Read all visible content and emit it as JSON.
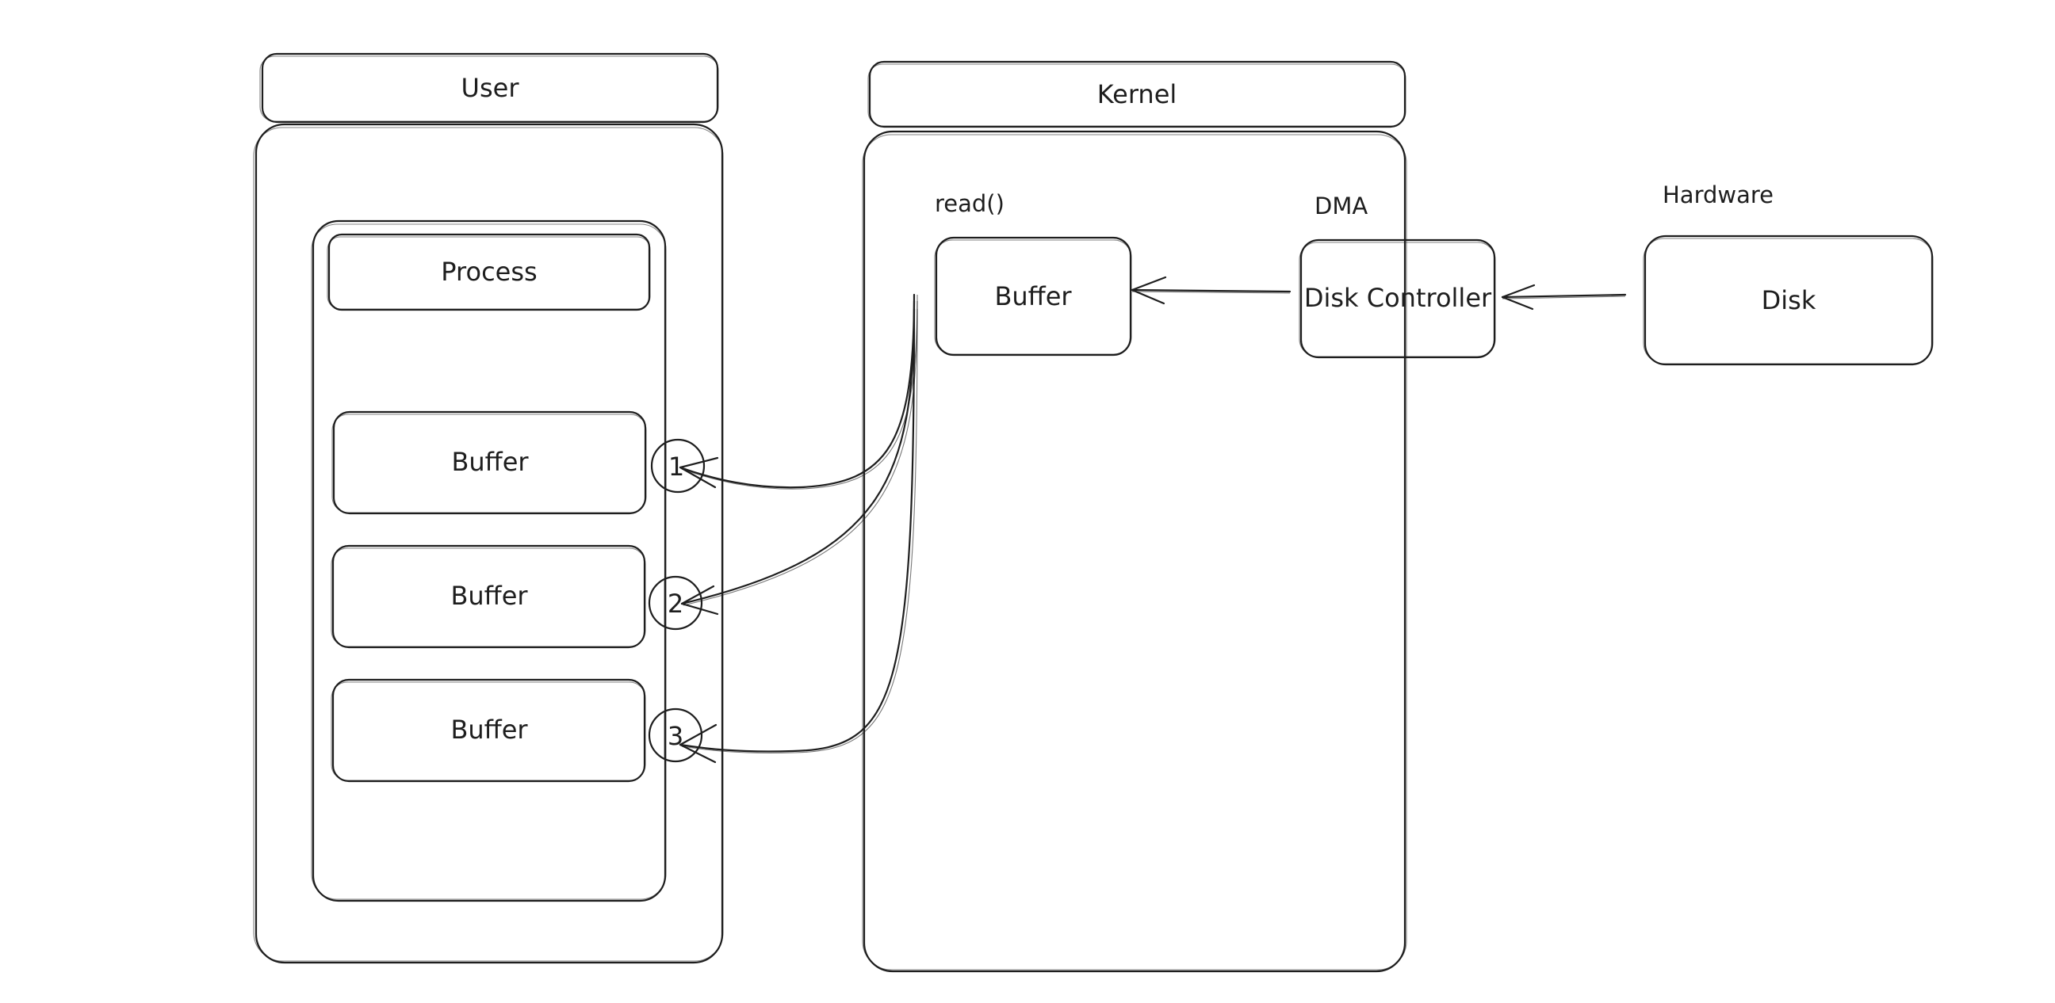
{
  "regions": {
    "user": "User",
    "kernel": "Kernel"
  },
  "labels": {
    "process": "Process",
    "read_call": "read()",
    "dma": "DMA",
    "hardware": "Hardware"
  },
  "user_buffers": [
    {
      "label": "Buffer",
      "marker": "1"
    },
    {
      "label": "Buffer",
      "marker": "2"
    },
    {
      "label": "Buffer",
      "marker": "3"
    }
  ],
  "kernel_buffer": "Buffer",
  "disk_controller": "Disk Controller",
  "disk": "Disk",
  "colors": {
    "stroke": "#1e1e1e",
    "background": "#ffffff"
  }
}
